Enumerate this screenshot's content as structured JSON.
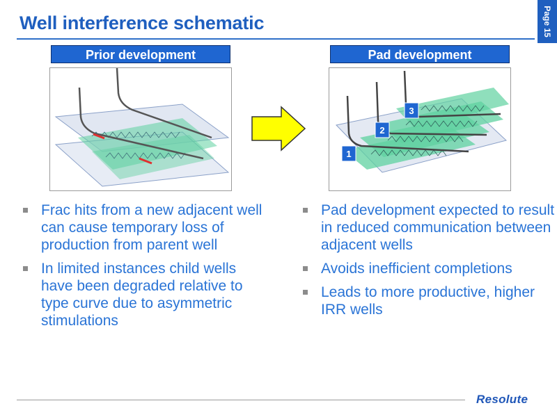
{
  "slide": {
    "title": "Well interference schematic",
    "page_label": "Page 15"
  },
  "left_panel": {
    "header": "Prior development",
    "bullets": [
      "Frac hits from a new adjacent well can cause temporary loss of production from parent well",
      "In limited instances child wells have been degraded relative to type curve due to asymmetric stimulations"
    ]
  },
  "right_panel": {
    "header": "Pad development",
    "well_labels": [
      "1",
      "2",
      "3"
    ],
    "bullets": [
      "Pad development expected to result in reduced communication between adjacent wells",
      "Avoids inefficient completions",
      "Leads to more productive, higher IRR wells"
    ]
  },
  "footer": {
    "logo_text": "Resolute"
  },
  "colors": {
    "title": "#1f5fbf",
    "header_fill": "#1f66d1",
    "bullet_text": "#2a74d6",
    "arrow_fill": "#ffff00",
    "frac_green": "#5fd1a0"
  }
}
